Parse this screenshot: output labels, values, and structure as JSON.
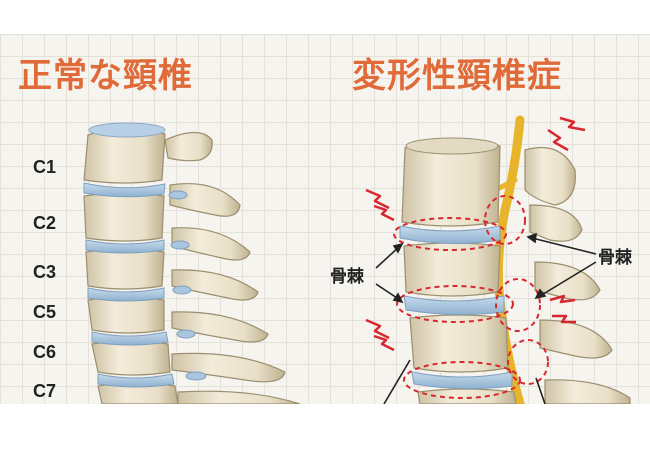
{
  "titles": {
    "normal": "正常な頸椎",
    "deformed": "変形性頸椎症"
  },
  "vertebra_labels": [
    "C1",
    "C2",
    "C3",
    "C5",
    "C6",
    "C7"
  ],
  "annotations": {
    "left": "骨棘",
    "right": "骨棘"
  },
  "colors": {
    "title": "#e06a38",
    "bone": "#ede6d2",
    "bone_shadow": "#c9bea3",
    "disc": "#a9c6df",
    "nerve": "#f2c23a",
    "highlight": "#d8282f"
  }
}
